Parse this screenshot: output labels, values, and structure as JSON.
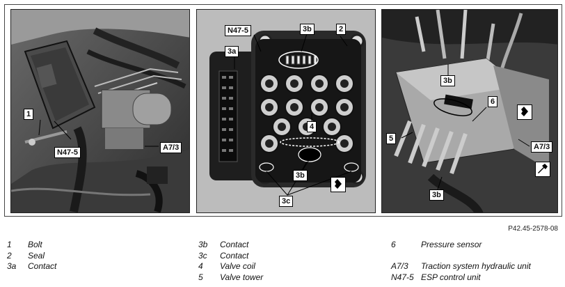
{
  "figure": {
    "photo1": {
      "callouts": [
        "1",
        "N47-5",
        "A7/3"
      ]
    },
    "photo2": {
      "callouts": [
        "N47-5",
        "3a",
        "3b",
        "2",
        "4",
        "3b",
        "3c"
      ]
    },
    "photo3": {
      "callouts": [
        "3b",
        "6",
        "5",
        "A7/3",
        "3b"
      ]
    },
    "reference": "P42.45-2578-08"
  },
  "legend": {
    "col1": [
      {
        "key": "1",
        "label": "Bolt"
      },
      {
        "key": "2",
        "label": "Seal"
      },
      {
        "key": "3a",
        "label": "Contact"
      }
    ],
    "col2": [
      {
        "key": "3b",
        "label": "Contact"
      },
      {
        "key": "3c",
        "label": "Contact"
      },
      {
        "key": "4",
        "label": "Valve coil"
      },
      {
        "key": "5",
        "label": "Valve tower"
      }
    ],
    "col3": [
      {
        "key": "6",
        "label": "Pressure sensor"
      },
      {
        "key": "A7/3",
        "label": "Traction system hydraulic unit"
      },
      {
        "key": "N47-5",
        "label": "ESP control unit"
      }
    ]
  }
}
